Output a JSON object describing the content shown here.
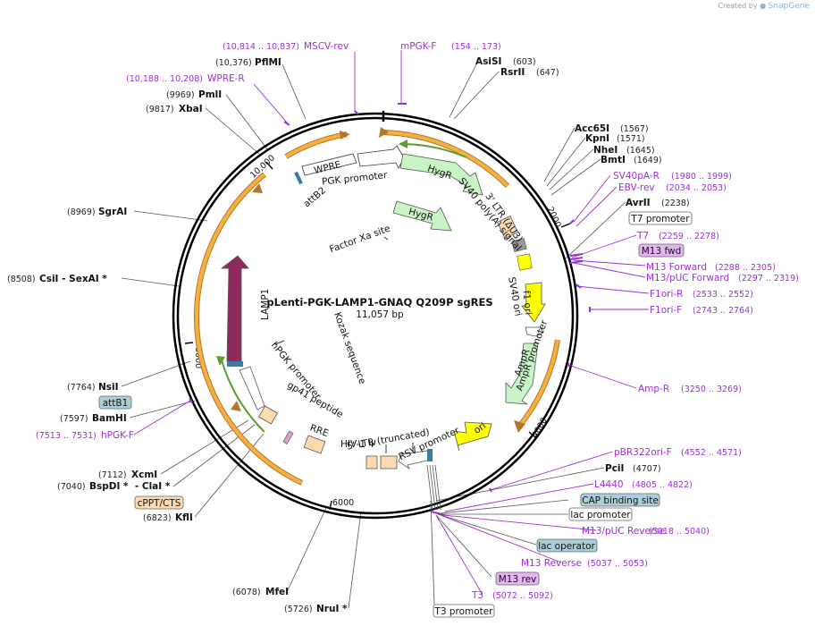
{
  "watermark": {
    "prefix": "Created by",
    "brand": "SnapGene"
  },
  "plasmid": {
    "name": "pLenti-PGK-LAMP1-GNAQ Q209P sgRES",
    "size_label": "11,057 bp",
    "total_bp": 11057
  },
  "ticks": [
    "2000",
    "4000",
    "6000",
    "8000",
    "10,000"
  ],
  "enzymes_right": [
    {
      "name": "AsiSI",
      "pos": "(603)"
    },
    {
      "name": "RsrII",
      "pos": "(647)"
    },
    {
      "name": "Acc65I",
      "pos": "(1567)"
    },
    {
      "name": "KpnI",
      "pos": "(1571)"
    },
    {
      "name": "NheI",
      "pos": "(1645)"
    },
    {
      "name": "BmtI",
      "pos": "(1649)"
    },
    {
      "name": "AvrII",
      "pos": "(2238)"
    },
    {
      "name": "PciI",
      "pos": "(4707)"
    }
  ],
  "enzymes_left": [
    {
      "name": "PflMI",
      "pos": "(10,376)"
    },
    {
      "name": "PmlI",
      "pos": "(9969)"
    },
    {
      "name": "XbaI",
      "pos": "(9817)"
    },
    {
      "name": "SgrAI",
      "pos": "(8969)"
    },
    {
      "name": "CsiI  - SexAI *",
      "pos": "(8508)"
    },
    {
      "name": "NsiI",
      "pos": "(7764)"
    },
    {
      "name": "BamHI",
      "pos": "(7597)"
    },
    {
      "name": "XcmI",
      "pos": "(7112)"
    },
    {
      "name": "BspDI *  - ClaI *",
      "pos": "(7040)"
    },
    {
      "name": "KflI",
      "pos": "(6823)"
    },
    {
      "name": "MfeI",
      "pos": "(6078)"
    },
    {
      "name": "NruI *",
      "pos": "(5726)"
    }
  ],
  "primers": [
    {
      "name": "MSCV-rev",
      "range": "(10,814 .. 10,837)"
    },
    {
      "name": "mPGK-F",
      "range": "(154 .. 173)"
    },
    {
      "name": "WPRE-R",
      "range": "(10,188 .. 10,208)"
    },
    {
      "name": "SV40pA-R",
      "range": "(1980 .. 1999)"
    },
    {
      "name": "EBV-rev",
      "range": "(2034 .. 2053)"
    },
    {
      "name": "T7",
      "range": "(2259 .. 2278)"
    },
    {
      "name": "M13 Forward",
      "range": "(2288 .. 2305)"
    },
    {
      "name": "M13/pUC Forward",
      "range": "(2297 .. 2319)"
    },
    {
      "name": "F1ori-R",
      "range": "(2533 .. 2552)"
    },
    {
      "name": "F1ori-F",
      "range": "(2743 .. 2764)"
    },
    {
      "name": "Amp-R",
      "range": "(3250 .. 3269)"
    },
    {
      "name": "hPGK-F",
      "range": "(7513 .. 7531)"
    },
    {
      "name": "pBR322ori-F",
      "range": "(4552 .. 4571)"
    },
    {
      "name": "L4440",
      "range": "(4805 .. 4822)"
    },
    {
      "name": "M13/pUC Reverse",
      "range": "(5018 .. 5040)"
    },
    {
      "name": "M13 Reverse",
      "range": "(5037 .. 5053)"
    },
    {
      "name": "T3",
      "range": "(5072 .. 5092)"
    }
  ],
  "boxed_labels": {
    "t7_promoter": "T7 promoter",
    "m13_fwd": "M13 fwd",
    "attb1": "attB1",
    "cppt": "cPPT/CTS",
    "cap_site": "CAP binding site",
    "lac_promoter": "lac promoter",
    "lac_operator": "lac operator",
    "m13_rev": "M13 rev",
    "t3_promoter": "T3 promoter"
  },
  "features": {
    "wpre": "WPRE",
    "attb2": "attB2",
    "pgk_promoter": "PGK promoter",
    "hygr1": "HygR",
    "hygr2": "HygR",
    "ltr3": "3' LTR (ΔU3)",
    "sv40_polya": "SV40 poly(A) signal",
    "sv40_ori": "SV40 ori",
    "f1_ori": "f1 ori",
    "factor_xa": "Factor Xa site",
    "lamp1": "LAMP1",
    "kozak": "Kozak sequence",
    "ampr_promoter": "AmpR promoter",
    "ampr": "AmpR",
    "hpgk_promoter": "hPGK promoter",
    "gp41": "gp41 peptide",
    "rre": "RRE",
    "ltr5": "5' LTR (truncated)",
    "hiv_psi": "HIV-1 Ψ",
    "rsv_promoter": "RSV promoter",
    "ori": "ori"
  },
  "colors": {
    "backbone": "#000000",
    "primer": "#9b30d9",
    "orf_green": "#c9f5c6",
    "lamp1": "#8e2a5d",
    "yellow": "#ffff00",
    "orange_arc": "#f0a028",
    "lentiviral": "#ffd9b0",
    "boxed_blue": "#a9d0d9",
    "boxed_purple": "#e6b3f5"
  }
}
